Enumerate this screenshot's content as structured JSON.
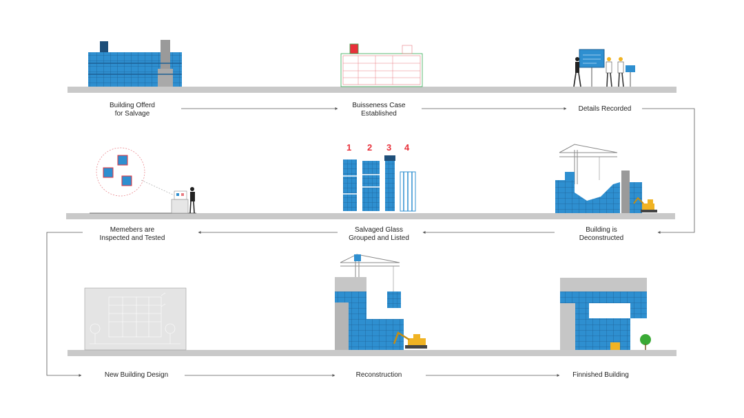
{
  "colors": {
    "building_blue": "#2e8fd0",
    "grey_floor": "#c9c9c9",
    "red_accent": "#e8303a",
    "line": "#555555"
  },
  "steps": [
    {
      "id": "building-offered",
      "line1": "Building Offerd",
      "line2": "for Salvage"
    },
    {
      "id": "business-case",
      "line1": "Buisseness Case",
      "line2": "Established"
    },
    {
      "id": "details-recorded",
      "line1": "Details Recorded",
      "line2": ""
    },
    {
      "id": "members-inspected",
      "line1": "Memebers are",
      "line2": "Inspected and Tested"
    },
    {
      "id": "glass-grouped",
      "line1": "Salvaged Glass",
      "line2": "Grouped and Listed"
    },
    {
      "id": "deconstructed",
      "line1": "Building is",
      "line2": "Deconstructed"
    },
    {
      "id": "new-design",
      "line1": "New Building Design",
      "line2": ""
    },
    {
      "id": "reconstruction",
      "line1": "Reconstruction",
      "line2": ""
    },
    {
      "id": "finished",
      "line1": "Finnished Building",
      "line2": ""
    }
  ],
  "glass_groups": [
    "1",
    "2",
    "3",
    "4"
  ]
}
